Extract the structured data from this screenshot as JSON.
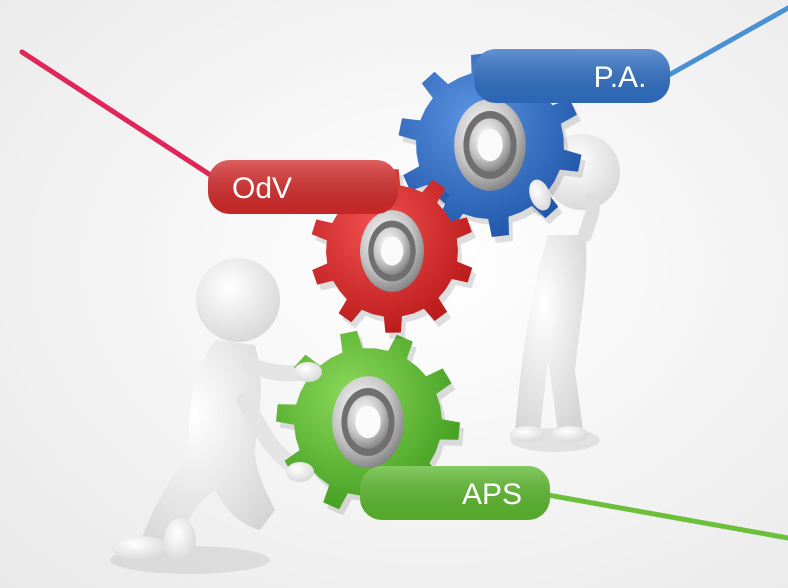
{
  "labels": {
    "pa": "P.A.",
    "odv": "OdV",
    "aps": "APS"
  },
  "colors": {
    "background": "#f4f4f4",
    "blue": "#2f6fc4",
    "blue_line": "#4a90d4",
    "red": "#d42a2a",
    "red_line": "#e0255a",
    "green": "#5cb82e",
    "green_line": "#6cbf3a",
    "figure": "#ebebeb",
    "steel": "#c8c8c8"
  },
  "figures": [
    "standing-figure",
    "kneeling-figure"
  ],
  "gears": [
    "blue-gear",
    "red-gear",
    "green-gear"
  ]
}
